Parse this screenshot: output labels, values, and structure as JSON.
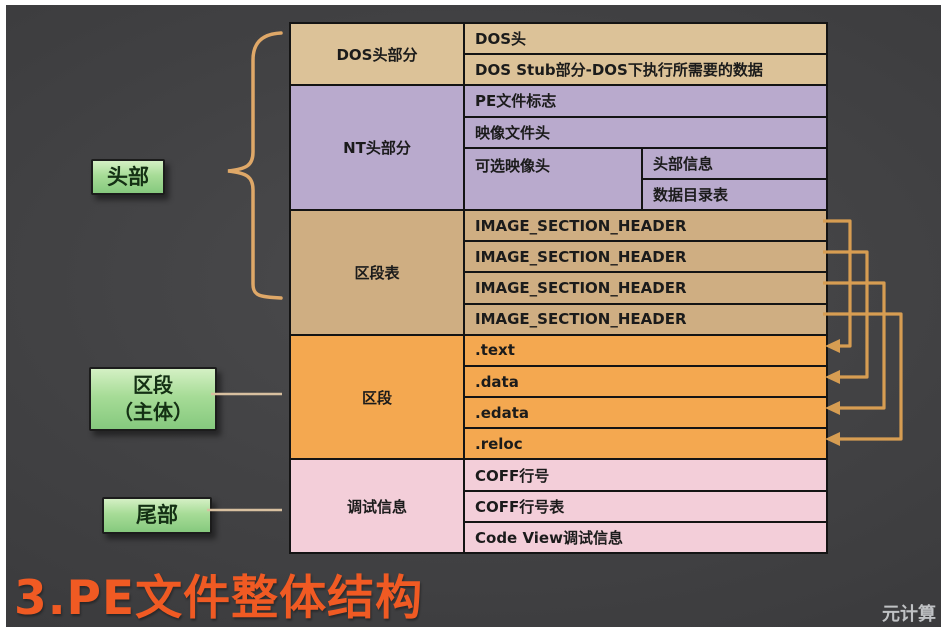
{
  "slide": {
    "title": "3.PE文件整体结构",
    "watermark": "元计算"
  },
  "side_labels": {
    "header": "头部",
    "body_line1": "区段",
    "body_line2": "（主体）",
    "tail": "尾部"
  },
  "categories": {
    "dos": "DOS头部分",
    "nt": "NT头部分",
    "section_table": "区段表",
    "section": "区段",
    "debug": "调试信息"
  },
  "rows": {
    "dos_header": "DOS头",
    "dos_stub": "DOS Stub部分-DOS下执行所需要的数据",
    "pe_signature": "PE文件标志",
    "image_file_header": "映像文件头",
    "optional_header": "可选映像头",
    "header_info": "头部信息",
    "data_directory": "数据目录表",
    "section_headers": [
      "IMAGE_SECTION_HEADER",
      "IMAGE_SECTION_HEADER",
      "IMAGE_SECTION_HEADER",
      "IMAGE_SECTION_HEADER"
    ],
    "sections": [
      ".text",
      ".data",
      ".edata",
      ".reloc"
    ],
    "debug_rows": [
      "COFF行号",
      "COFF行号表",
      "Code View调试信息"
    ]
  },
  "colors": {
    "dos_block": "#dcc298",
    "nt_block": "#b9aacd",
    "section_table_block": "#cfae82",
    "section_block": "#f4a850",
    "debug_block": "#f3ced9",
    "side_label_green": "#a7dc97",
    "arrow": "#d79d52",
    "title_orange": "#f05a23",
    "slide_background": "#3d3d3f"
  }
}
